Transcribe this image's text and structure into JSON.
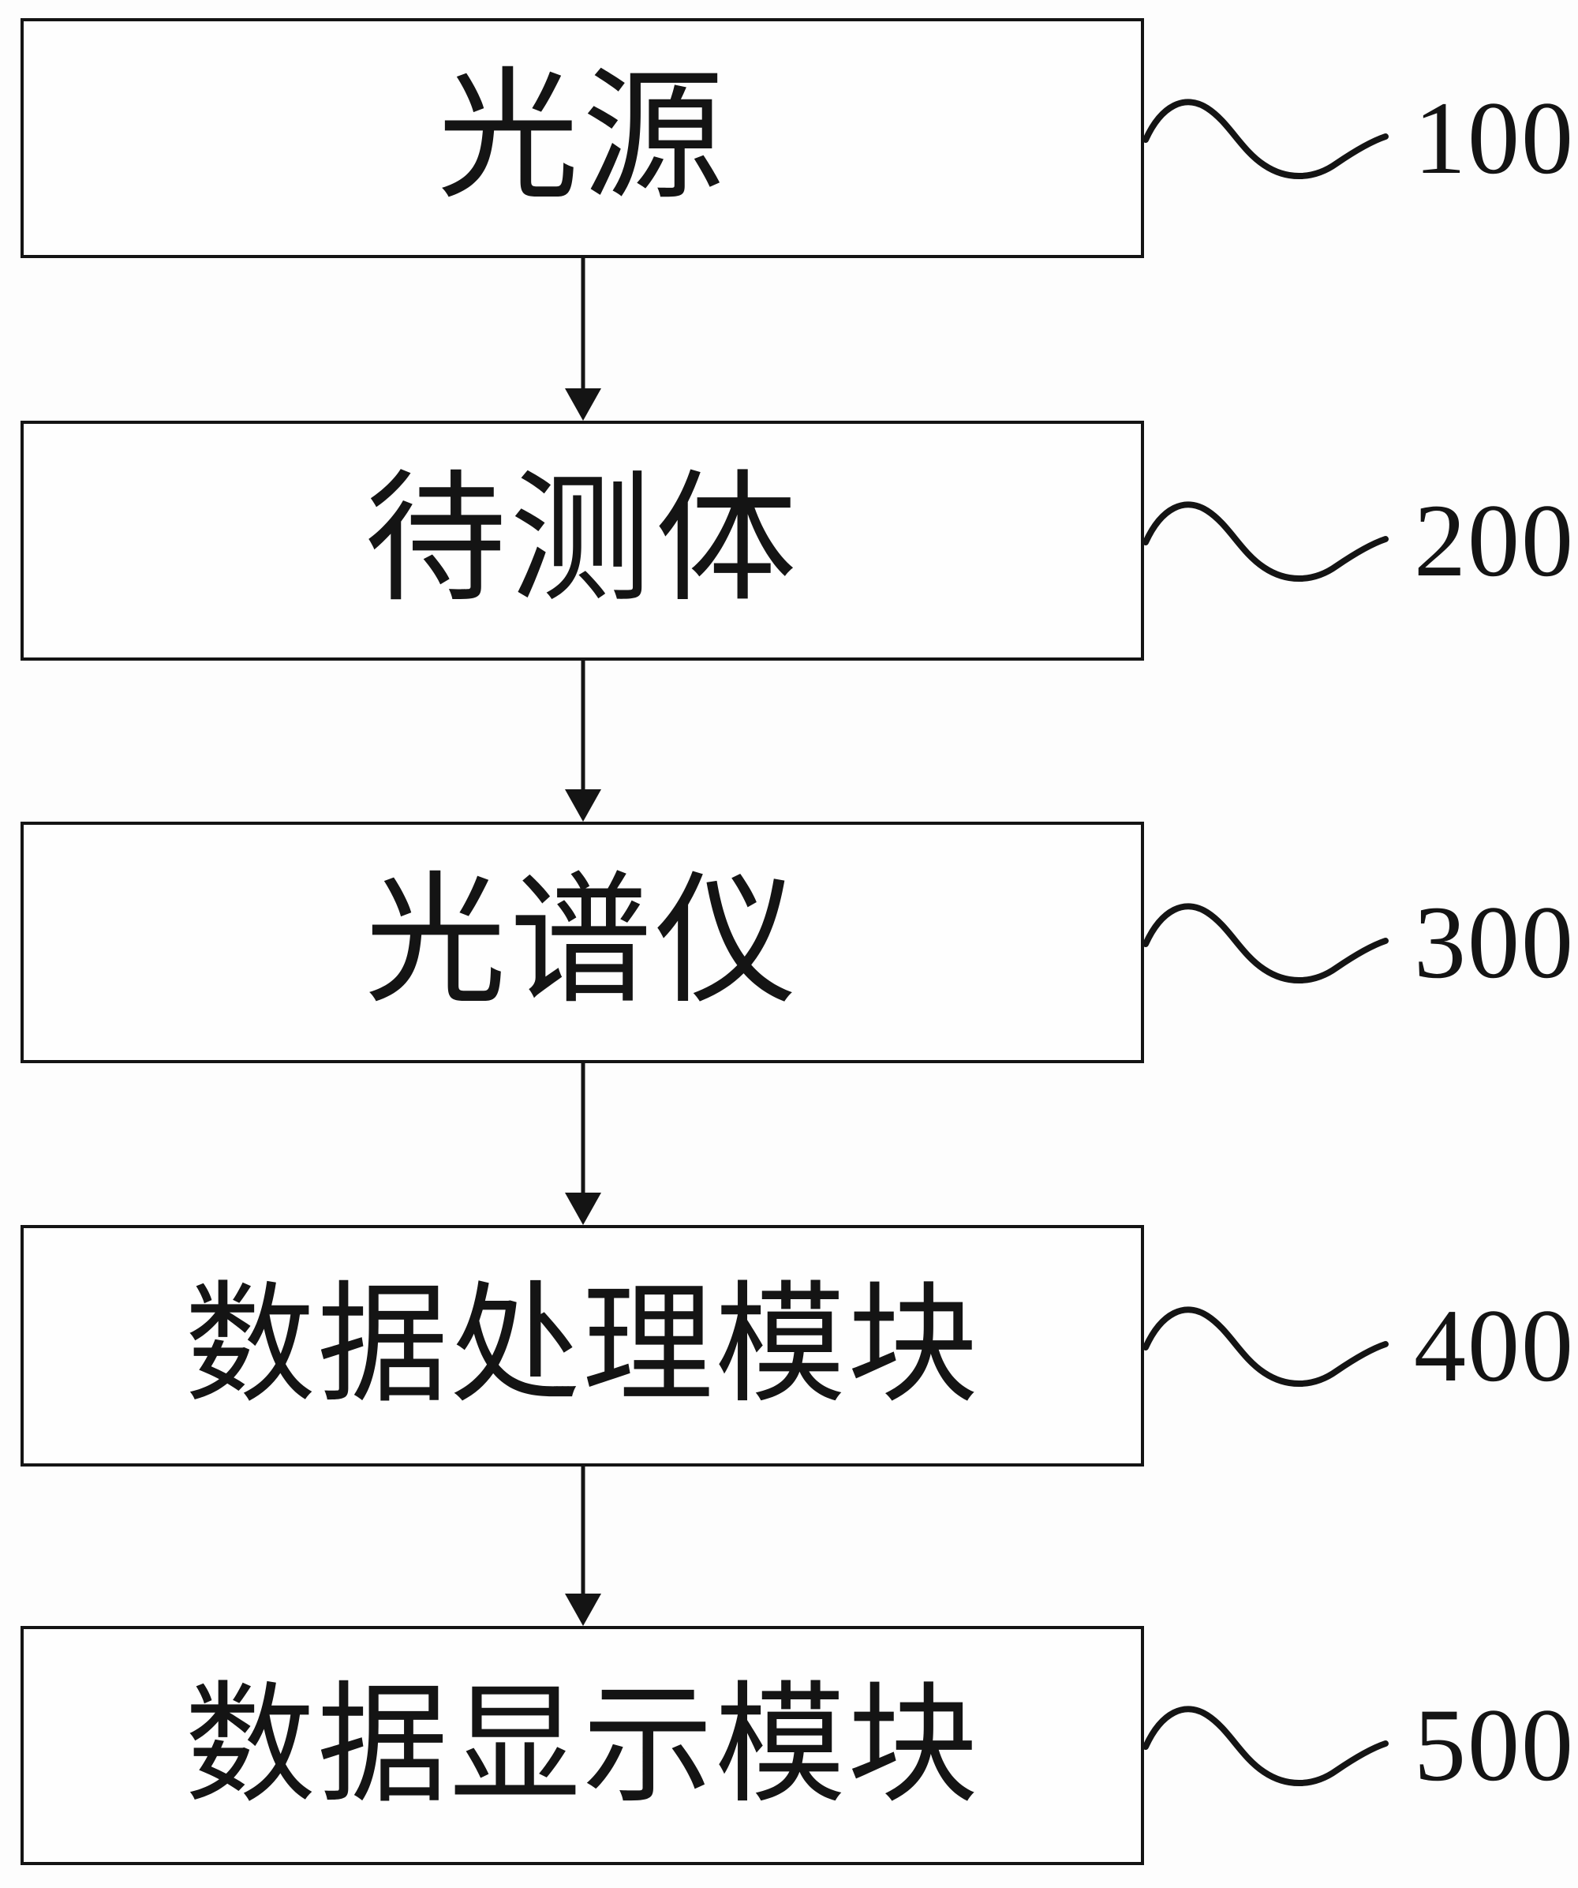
{
  "diagram": {
    "type": "patent-block-diagram",
    "flow_direction": "top-to-bottom",
    "rows": [
      {
        "label": "光源",
        "ref": "100"
      },
      {
        "label": "待测体",
        "ref": "200"
      },
      {
        "label": "光谱仪",
        "ref": "300"
      },
      {
        "label": "数据处理模块",
        "ref": "400"
      },
      {
        "label": "数据显示模块",
        "ref": "500"
      }
    ],
    "connections": [
      {
        "from": "光源",
        "to": "待测体"
      },
      {
        "from": "待测体",
        "to": "光谱仪"
      },
      {
        "from": "光谱仪",
        "to": "数据处理模块"
      },
      {
        "from": "数据处理模块",
        "to": "数据显示模块"
      }
    ],
    "colors": {
      "ink": "#141414",
      "paper": "#fdfdfd",
      "box_fill": "#fefefe"
    }
  }
}
